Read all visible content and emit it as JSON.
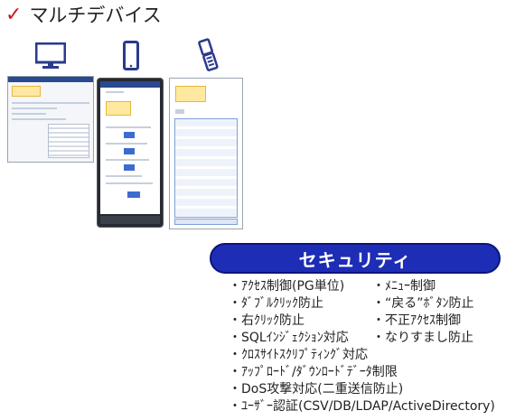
{
  "header": {
    "check_glyph": "✓",
    "title": "マルチデバイス"
  },
  "devices": [
    {
      "name": "pc",
      "icon": "monitor-icon",
      "color": "#2b3a8c"
    },
    {
      "name": "smartphone",
      "icon": "smartphone-icon",
      "color": "#2b3a8c"
    },
    {
      "name": "feature-phone",
      "icon": "feature-phone-icon",
      "color": "#2b3a8c"
    }
  ],
  "security": {
    "label": "セキュリティ",
    "badge_color": "#1d2db5",
    "items_left": [
      "ｱｸｾｽ制御(PG単位)",
      "ﾀﾞﾌﾞﾙｸﾘｯｸ防止",
      "右ｸﾘｯｸ防止",
      "SQLｲﾝｼﾞｪｸｼｮﾝ対応",
      "ｸﾛｽｻｲﾄｽｸﾘﾌﾟﾃｨﾝｸﾞ対応",
      "ｱｯﾌﾟﾛｰﾄﾞ/ﾀﾞｳﾝﾛｰﾄﾞﾃﾞｰﾀ制限",
      "DoS攻撃対応(二重送信防止)",
      "ﾕｰｻﾞｰ認証(CSV/DB/LDAP/ActiveDirectory)"
    ],
    "items_right": [
      "ﾒﾆｭｰ制御",
      "“戻る”ﾎﾞﾀﾝ防止",
      "不正ｱｸｾｽ制御",
      "なりすまし防止"
    ]
  }
}
